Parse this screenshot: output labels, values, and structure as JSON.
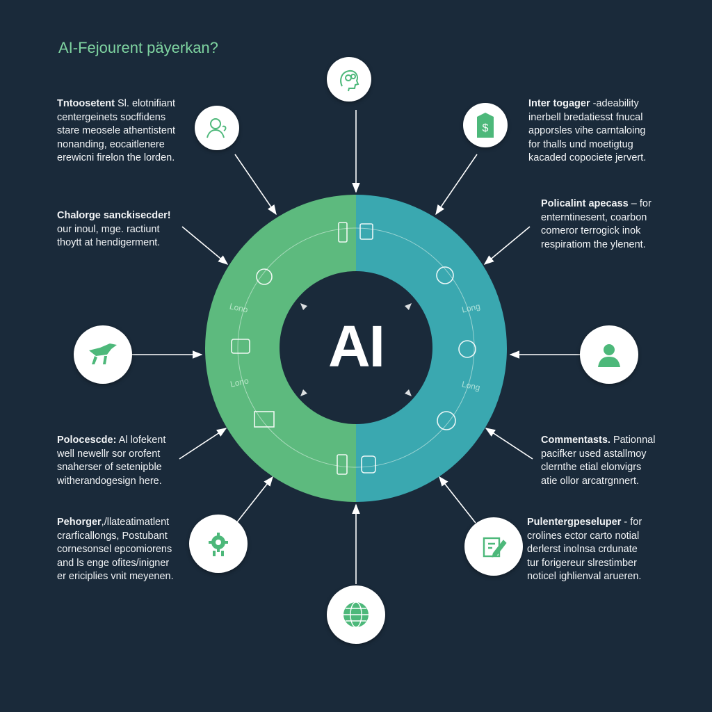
{
  "header": {
    "title": "AI-Fejourent päyerkan?"
  },
  "center": {
    "label": "AI",
    "ring_left_color": "#5dba7e",
    "ring_right_color": "#3aa8b0"
  },
  "ring_labels": [
    "Lono",
    "Lono",
    "Long",
    "Long"
  ],
  "blocks_left": [
    {
      "lines": [
        {
          "bold": "Tntoosetent",
          "rest": " Sl. elotnifiant"
        },
        {
          "bold": "",
          "rest": "centergeinets socffidens"
        },
        {
          "bold": "",
          "rest": "stare meosele athentistent"
        },
        {
          "bold": "",
          "rest": "nonanding, eocaitlenere"
        },
        {
          "bold": "",
          "rest": "erewicni firelon the lorden."
        }
      ]
    },
    {
      "lines": [
        {
          "bold": "Chalorge sanckisecder!",
          "rest": ""
        },
        {
          "bold": "",
          "rest": "our inoul, mge. ractiunt"
        },
        {
          "bold": "",
          "rest": "thoytt at hendigerment."
        }
      ]
    },
    {
      "lines": [
        {
          "bold": "Polocescde:",
          "rest": " Al lofekent"
        },
        {
          "bold": "",
          "rest": "well newellr sor orofent"
        },
        {
          "bold": "",
          "rest": "snaherser of setenipble"
        },
        {
          "bold": "",
          "rest": "witherandogesign here."
        }
      ]
    },
    {
      "lines": [
        {
          "bold": "Pehorger",
          "rest": ",/llateatimatlent"
        },
        {
          "bold": "",
          "rest": "crarficallongs, Postubant"
        },
        {
          "bold": "",
          "rest": "cornesonsel epcomiorens"
        },
        {
          "bold": "",
          "rest": "and ls enge ofites/inigner"
        },
        {
          "bold": "",
          "rest": "er ericiplies vnit meyenen."
        }
      ]
    }
  ],
  "blocks_right": [
    {
      "lines": [
        {
          "bold": "Inter togager",
          "rest": " -adeability"
        },
        {
          "bold": "",
          "rest": "inerbell bredatiesst fnucal"
        },
        {
          "bold": "",
          "rest": "apporsles vihe carntaloing"
        },
        {
          "bold": "",
          "rest": "for thalls und moetigtug"
        },
        {
          "bold": "",
          "rest": "kacaded copociete jervert."
        }
      ]
    },
    {
      "lines": [
        {
          "bold": "Policalint apecass",
          "rest": " – for"
        },
        {
          "bold": "",
          "rest": "enterntinesent, coarbon"
        },
        {
          "bold": "",
          "rest": "comeror terrogick inok"
        },
        {
          "bold": "",
          "rest": "respiratiom the ylenent."
        }
      ]
    },
    {
      "lines": [
        {
          "bold": "Commentasts.",
          "rest": " Pationnal"
        },
        {
          "bold": "",
          "rest": "pacifker used astallmoy"
        },
        {
          "bold": "",
          "rest": "clernthe etial elonvigrs"
        },
        {
          "bold": "",
          "rest": "atie ollor arcatrgnnert."
        }
      ]
    },
    {
      "lines": [
        {
          "bold": "Pulentergpeseluper",
          "rest": " - for"
        },
        {
          "bold": "",
          "rest": "crolines ector carto notial"
        },
        {
          "bold": "",
          "rest": "derlerst inolnsa crdunate"
        },
        {
          "bold": "",
          "rest": "tur forigereur slrestimber"
        },
        {
          "bold": "",
          "rest": "noticel ighlienval arueren."
        }
      ]
    }
  ],
  "icons": {
    "top": "head-gears-icon",
    "upper_left": "person-thinking-icon",
    "upper_right": "price-tag-icon",
    "left": "drone-icon",
    "right": "user-avatar-icon",
    "lower_left": "robot-gear-icon",
    "lower_right": "pen-document-icon",
    "bottom": "globe-icon"
  },
  "colors": {
    "background": "#1a2a3a",
    "accent_green": "#4db87a",
    "title_green": "#7ed3a0"
  }
}
